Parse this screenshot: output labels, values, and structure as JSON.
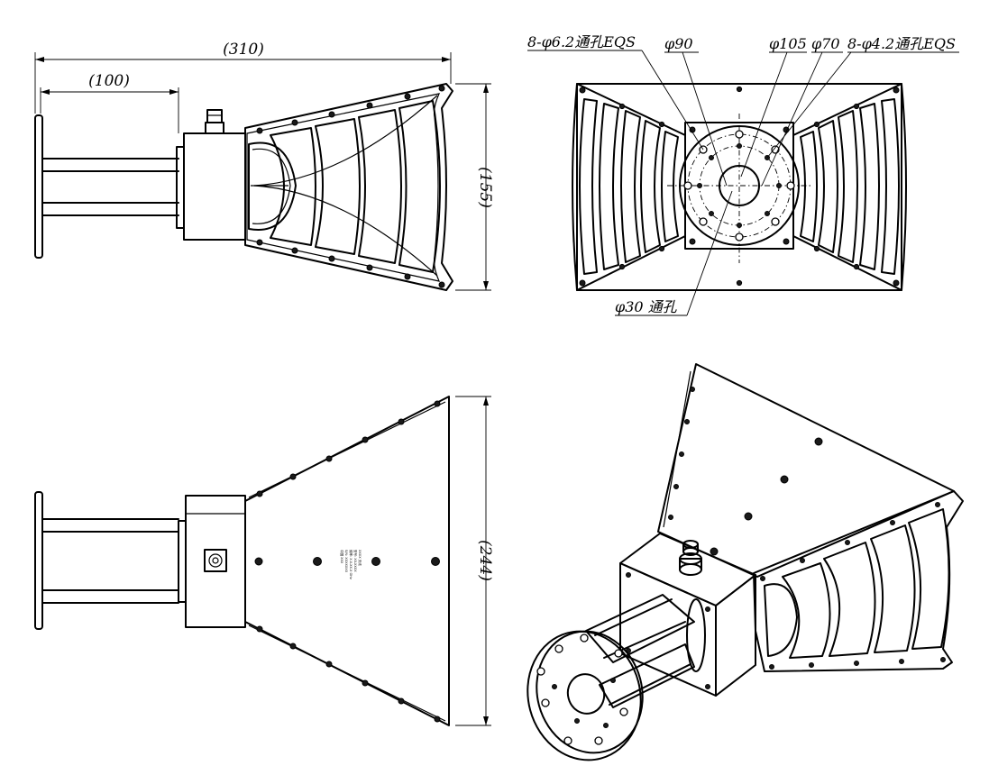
{
  "dimensions": {
    "overall_length": "(310)",
    "mount_length": "(100)",
    "height": "(155)",
    "width": "(244)"
  },
  "callouts": {
    "holes_62": "8-φ6.2通孔EQS",
    "dia_90": "φ90",
    "dia_105": "φ105",
    "dia_70": "φ70",
    "holes_42": "8-φ4.2通孔EQS",
    "center_hole": "φ30 通孔"
  },
  "nameplate": [
    "XXXX 天线",
    "型号: XX-XXXX",
    "频率: X.X-XX.X GHz",
    "S/N: XXXXXXX",
    "中国 XXX"
  ],
  "views": [
    "side-view",
    "front-view",
    "top-view",
    "isometric-view"
  ]
}
